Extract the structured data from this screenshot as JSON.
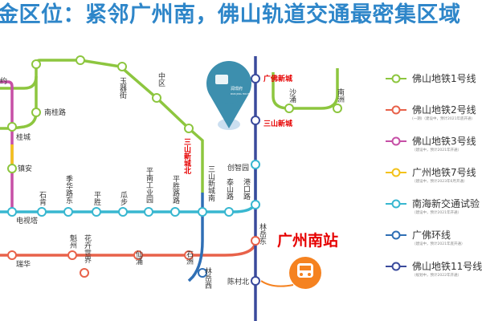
{
  "headline": "金区位：紧邻广州南，佛山轨道交通最密集区域",
  "colors": {
    "line1": "#8dc63f",
    "line2": "#e8624a",
    "line3": "#c64fa6",
    "line7": "#f3c21a",
    "nanhai": "#38b7d0",
    "ring": "#2f6fb5",
    "line11": "#3a4a9c",
    "orange_line": "#f58220",
    "highlight": "#e60000"
  },
  "map": {
    "project_logo_text": "润璟府",
    "project_logo_subtext": "RUN JING HOUSE",
    "big_station": "广州南站",
    "stations": {
      "yue": "约",
      "nanguilu": "南桂路",
      "guicheng": "桂城",
      "zhenan": "镇安",
      "dianshita": "电视塔",
      "ruihua": "瑞华",
      "shiken": "石肯",
      "jihualudong": "季华路东",
      "pingsheng": "平胜",
      "guabu": "瓜步",
      "nanhaigongyeyuan": "平南工业园",
      "pingshengluzhong": "平胜路路",
      "sanshanxinchengnan": "三山新城南",
      "taishanlu": "泰山路",
      "gangkoulu": "港口路",
      "chuangzhiyuan": "创智园",
      "yuqijie": "玉器街",
      "zhongqu": "中区",
      "sanshanxinchengbei": "三山新城北",
      "guangfoxincheng": "广佛新城",
      "sanshanxincheng": "三山新城",
      "shayong": "沙涌",
      "nanzhou": "南洲",
      "linyue_dong": "林岳东",
      "linyue_xi": "林岳西",
      "chencunbei": "陈村北",
      "kuizhou": "魁州",
      "huahui_shijie": "花卉世界",
      "xiantong": "仙涌",
      "shizhou": "石洲"
    }
  },
  "legend": [
    {
      "label": "佛山地铁1号线",
      "note": "",
      "color": "#8dc63f"
    },
    {
      "label": "佛山地铁2号线",
      "note": "(一期)（建设中，预计2021年底开通）",
      "color": "#e8624a"
    },
    {
      "label": "佛山地铁3号线",
      "note": "（建设中，预计2021年开通）",
      "color": "#c64fa6"
    },
    {
      "label": "广州地铁7号线",
      "note": "（建设中，预计2023年6月开通）",
      "color": "#f3c21a"
    },
    {
      "label": "南海新交通试验",
      "note": "（建设中，预计2021年开通）",
      "color": "#38b7d0"
    },
    {
      "label": "广佛环线",
      "note": "（建设中，预计2021年底开通）",
      "color": "#2f6fb5"
    },
    {
      "label": "佛山地铁11号线",
      "note": "（规划中，预计2022年开通）",
      "color": "#3a4a9c"
    }
  ]
}
